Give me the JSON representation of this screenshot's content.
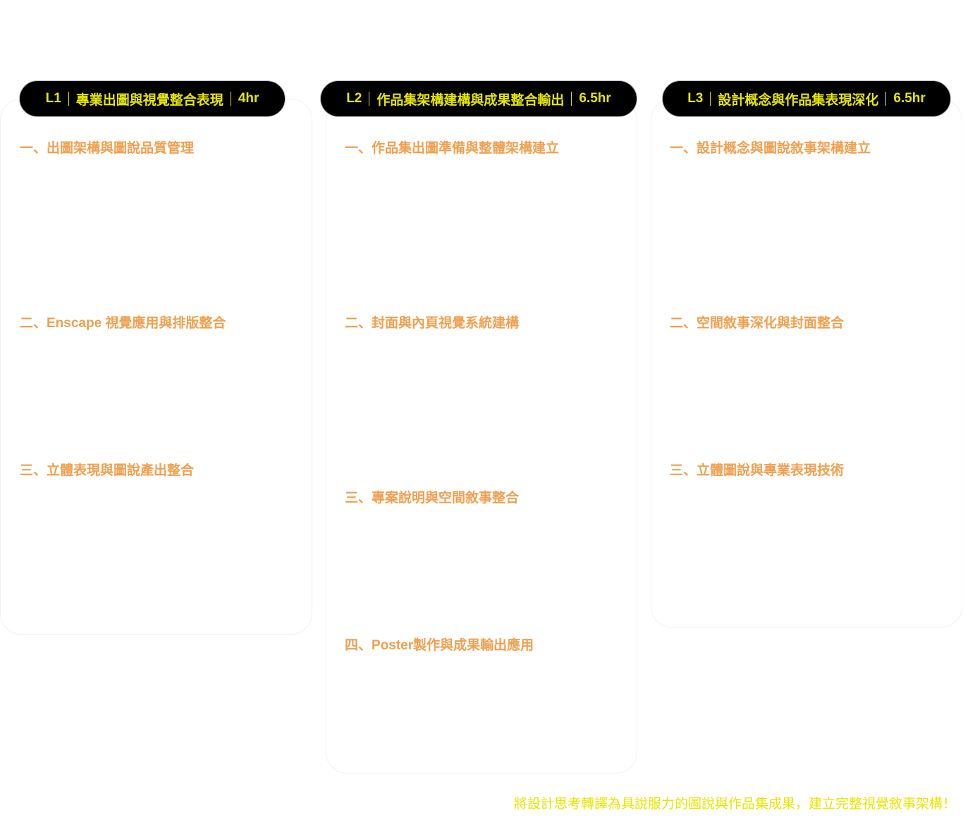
{
  "levels": [
    {
      "code": "L1",
      "title": "專業出圖與視覺整合表現",
      "hours": "4hr",
      "sections": [
        "一、出圖架構與圖說品質管理",
        "二、Enscape 視覺應用與排版整合",
        "三、立體表現與圖說產出整合"
      ]
    },
    {
      "code": "L2",
      "title": "作品集架構建構與成果整合輸出",
      "hours": "6.5hr",
      "sections": [
        "一、作品集出圖準備與整體架構建立",
        "二、封面與內頁視覺系統建構",
        "三、專案說明與空間敘事整合",
        "四、Poster製作與成果輸出應用"
      ]
    },
    {
      "code": "L3",
      "title": "設計概念與作品集表現深化",
      "hours": "6.5hr",
      "sections": [
        "一、設計概念與圖說敘事架構建立",
        "二、空間敘事深化與封面整合",
        "三、立體圖說與專業表現技術"
      ]
    }
  ],
  "footer": "將設計思考轉譯為具說服力的圖說與作品集成果，建立完整視覺敘事架構！",
  "colors": {
    "accent_yellow": "#e6e600",
    "section_orange": "#f0a050",
    "pill_bg": "#000000"
  }
}
